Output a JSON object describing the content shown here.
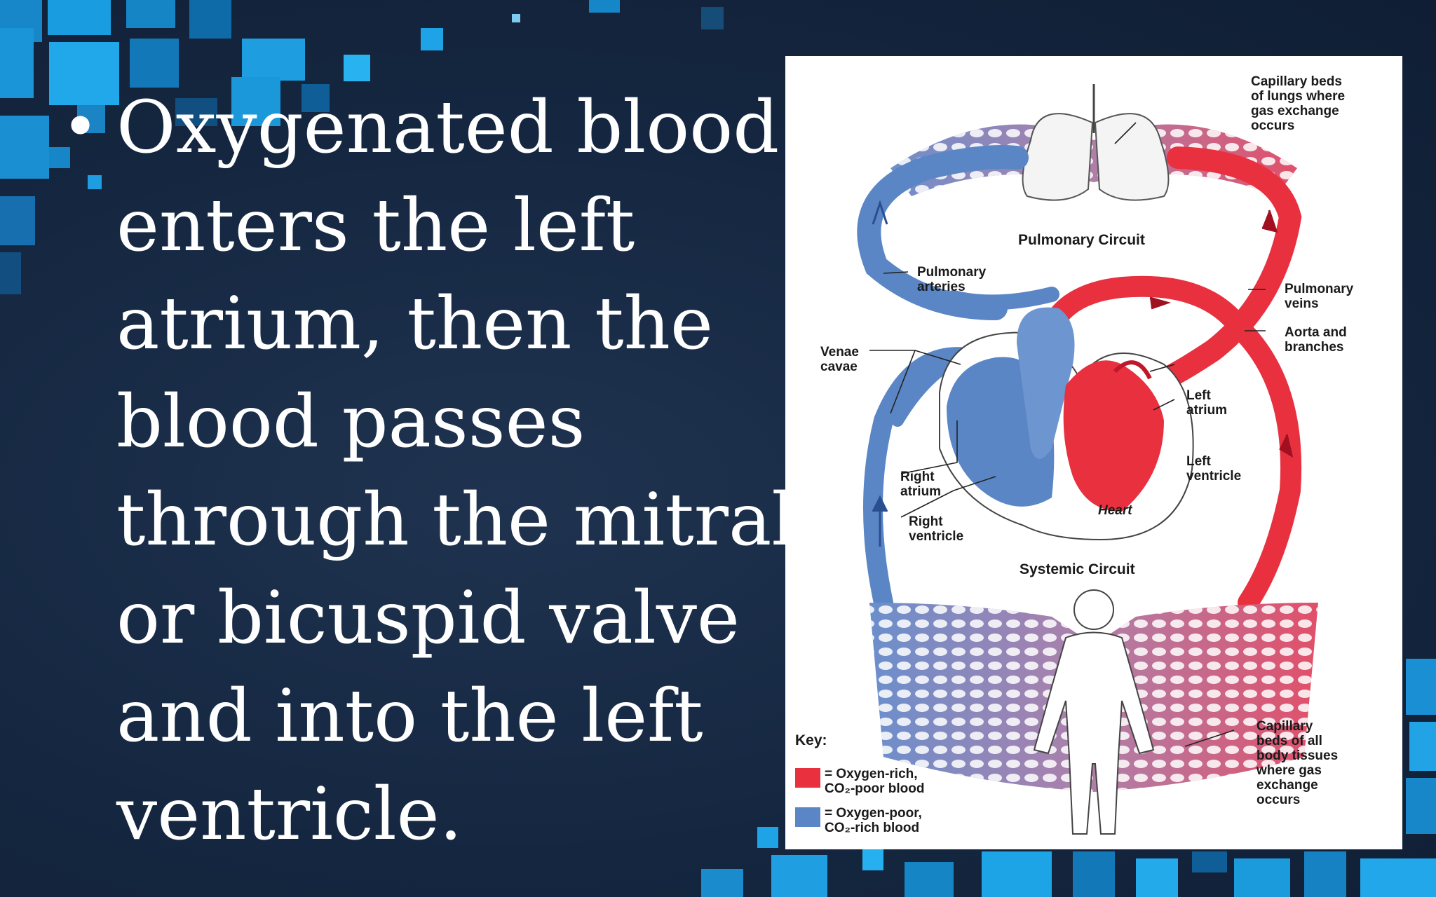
{
  "slide": {
    "bullet_lines": [
      "Oxygenated blood",
      "enters the left",
      "atrium, then the",
      "blood passes",
      "through the mitral",
      "or bicuspid valve",
      "and into the left",
      "ventricle."
    ]
  },
  "diagram": {
    "labels": {
      "capillary_lungs": "Capillary beds\nof lungs where\ngas exchange\noccurs",
      "pulmonary_circuit": "Pulmonary Circuit",
      "pulmonary_arteries": "Pulmonary\narteries",
      "pulmonary_veins": "Pulmonary\nveins",
      "aorta": "Aorta and\nbranches",
      "venae_cavae": "Venae\ncavae",
      "left_atrium": "Left\natrium",
      "left_ventricle": "Left\nventricle",
      "right_atrium": "Right\natrium",
      "right_ventricle": "Right\nventricle",
      "heart": "Heart",
      "systemic_circuit": "Systemic Circuit",
      "capillary_body": "Capillary\nbeds of all\nbody tissues\nwhere gas\nexchange\noccurs"
    },
    "key": {
      "title": "Key:",
      "oxygen_rich": "= Oxygen-rich,\nCO₂-poor blood",
      "oxygen_poor": "= Oxygen-poor,\nCO₂-rich blood"
    },
    "colors": {
      "oxygen_rich": "#e8303f",
      "oxygen_poor": "#5a86c6",
      "accent_square": "#1ea3e6"
    }
  }
}
